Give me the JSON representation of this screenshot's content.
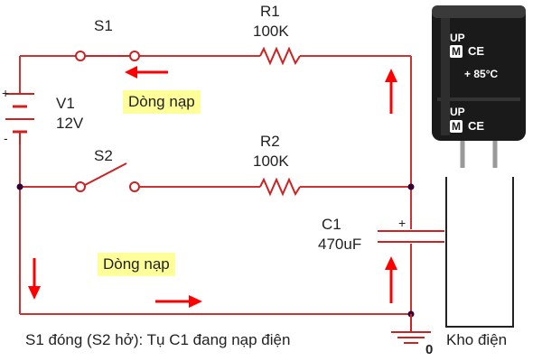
{
  "switch_1": {
    "name": "S1"
  },
  "switch_2": {
    "name": "S2"
  },
  "resistor_1": {
    "name": "R1",
    "value": "100K"
  },
  "resistor_2": {
    "name": "R2",
    "value": "100K"
  },
  "source": {
    "name": "V1",
    "value": "12V",
    "plus_sign": "+",
    "minus_sign": "-"
  },
  "capacitor": {
    "name": "C1",
    "value": "470uF",
    "plus_sign": "+"
  },
  "notes": {
    "top": "Dòng nạp",
    "bottom": "Dòng nạp"
  },
  "caption": "S1 đóng (S2 hở): Tụ C1 đang nạp điện",
  "ground_label": "0",
  "storage_label": "Kho điện",
  "cap_photo": {
    "brand_top": "UP",
    "series_top": "CE",
    "temp": "+ 85°C",
    "brand_bottom": "UP",
    "series_bottom": "CE",
    "logo_letter": "M"
  },
  "colors": {
    "wire": "#cc3333",
    "component": "#cc2222",
    "arrow": "#ff0000",
    "note_bg": "#ffff99",
    "junction": "#330033"
  }
}
